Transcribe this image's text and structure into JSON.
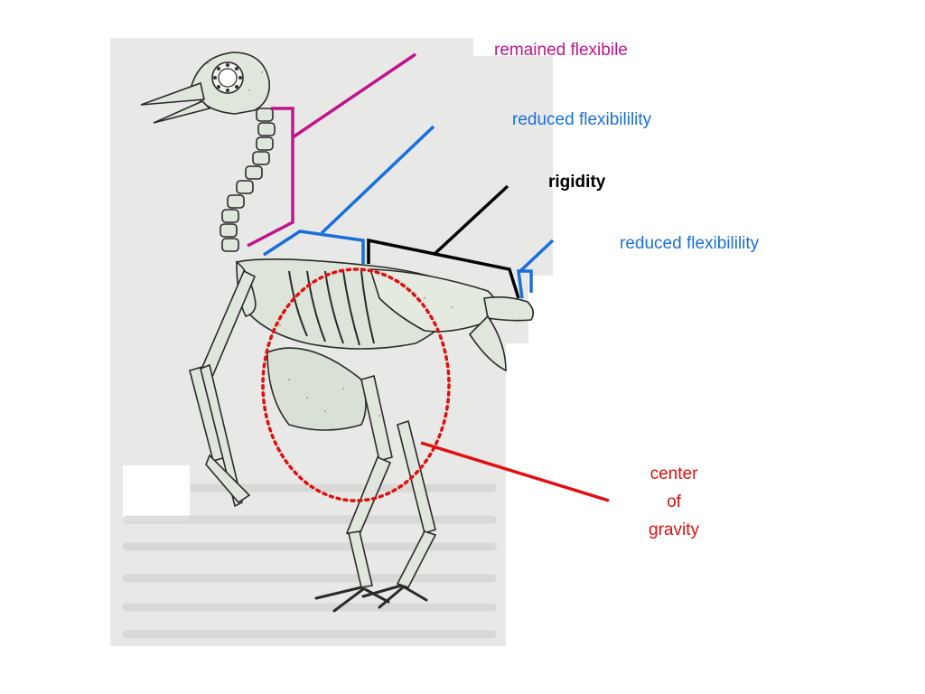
{
  "labels": {
    "neck": "remained flexibile",
    "thoracic": "reduced flexibilility",
    "synsacrum": "rigidity",
    "tail": "reduced flexibilility",
    "cog": [
      "center",
      "of",
      "gravity"
    ]
  },
  "colors": {
    "neck": "#c0148c",
    "thoracic": "#1a6fdb",
    "synsacrum": "#000000",
    "tail": "#1a6fdb",
    "cog": "#e01010",
    "plate_background": "#e8e8e6",
    "bone_fill": "#dfe6dc",
    "bone_stroke": "#2a2a2a"
  },
  "figure": {
    "subject": "bird skeleton (lateral view) from a textbook plate",
    "center_of_gravity_marker": "dotted-ellipse"
  }
}
